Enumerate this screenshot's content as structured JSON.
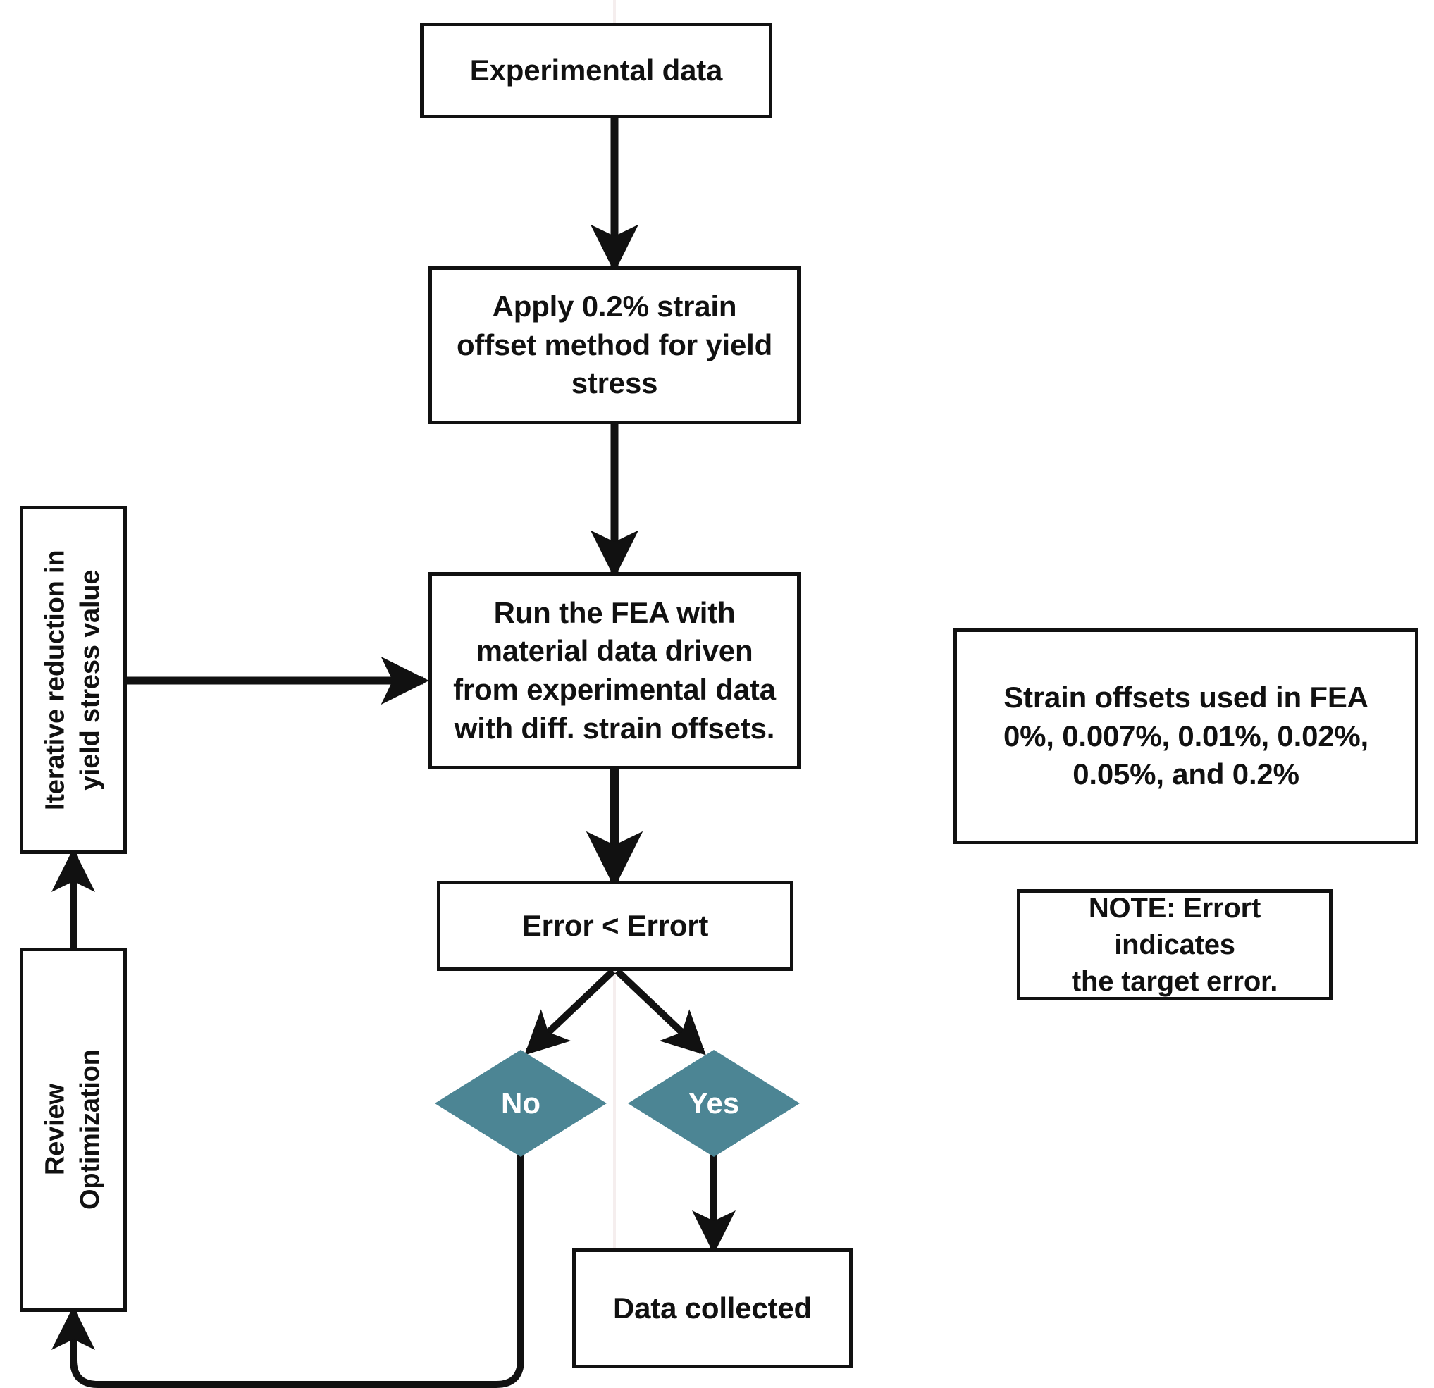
{
  "diagram": {
    "title": "FEA yield-stress calibration flowchart",
    "theme": {
      "stroke": "#111111",
      "box_fill": "#ffffff",
      "decision_fill": "#4c8594",
      "decision_text": "#ffffff",
      "text": "#111111"
    },
    "nodes": {
      "experimental_data": {
        "label": "Experimental data"
      },
      "apply_offset": {
        "label": "Apply 0.2% strain\noffset method for yield\nstress"
      },
      "run_fea": {
        "label": "Run the FEA with\nmaterial data driven\nfrom experimental data\nwith diff. strain offsets."
      },
      "error_check": {
        "label": "Error < Errort"
      },
      "decision_no": {
        "label": "No"
      },
      "decision_yes": {
        "label": "Yes"
      },
      "data_collected": {
        "label": "Data collected"
      },
      "iterative_reduction": {
        "label": "Iterative reduction in\nyield stress value"
      },
      "review_optimization": {
        "label": "Review\nOptimization"
      }
    },
    "annotations": {
      "strain_offsets": {
        "label": "Strain offsets used in FEA\n0%, 0.007%, 0.01%, 0.02%,\n0.05%, and 0.2%"
      },
      "note": {
        "label": "NOTE: Errort indicates\nthe target error."
      }
    }
  },
  "chart_data": {
    "type": "diagram",
    "title": "FEA yield-stress calibration flowchart",
    "nodes": [
      {
        "id": "experimental_data",
        "text": "Experimental data",
        "shape": "rect"
      },
      {
        "id": "apply_offset",
        "text": "Apply 0.2% strain offset method for yield stress",
        "shape": "rect"
      },
      {
        "id": "run_fea",
        "text": "Run the FEA with material data driven from experimental data with diff. strain offsets.",
        "shape": "rect"
      },
      {
        "id": "error_check",
        "text": "Error < Errort",
        "shape": "rect"
      },
      {
        "id": "decision_no",
        "text": "No",
        "shape": "diamond"
      },
      {
        "id": "decision_yes",
        "text": "Yes",
        "shape": "diamond"
      },
      {
        "id": "data_collected",
        "text": "Data collected",
        "shape": "rect"
      },
      {
        "id": "iterative_reduction",
        "text": "Iterative reduction in yield stress value",
        "shape": "rect"
      },
      {
        "id": "review_optimization",
        "text": "Review Optimization",
        "shape": "rect"
      },
      {
        "id": "strain_offsets",
        "text": "Strain offsets used in FEA 0%, 0.007%, 0.01%, 0.02%, 0.05%, and 0.2%",
        "shape": "note"
      },
      {
        "id": "note",
        "text": "NOTE: Errort indicates the target error.",
        "shape": "note"
      }
    ],
    "edges": [
      {
        "from": "experimental_data",
        "to": "apply_offset"
      },
      {
        "from": "apply_offset",
        "to": "run_fea"
      },
      {
        "from": "run_fea",
        "to": "error_check"
      },
      {
        "from": "error_check",
        "to": "decision_no"
      },
      {
        "from": "error_check",
        "to": "decision_yes"
      },
      {
        "from": "decision_yes",
        "to": "data_collected"
      },
      {
        "from": "decision_no",
        "to": "review_optimization"
      },
      {
        "from": "review_optimization",
        "to": "iterative_reduction"
      },
      {
        "from": "iterative_reduction",
        "to": "run_fea"
      }
    ]
  }
}
